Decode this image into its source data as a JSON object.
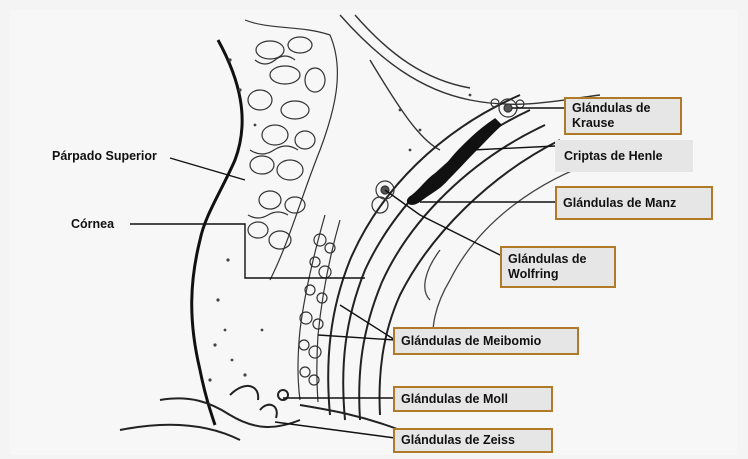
{
  "labels": {
    "parpado_superior": "Párpado Superior",
    "cornea": "Córnea",
    "krause": "Glándulas de Krause",
    "henle": "Criptas de Henle",
    "manz": "Glándulas de Manz",
    "wolfring": "Glándulas de Wolfring",
    "meibomio": "Glándulas de Meibomio",
    "moll": "Glándulas de Moll",
    "zeiss": "Glándulas de Zeiss"
  },
  "colors": {
    "box_border": "#b07a28",
    "box_fill": "#e6e6e6",
    "ink": "#1a1a1a"
  }
}
